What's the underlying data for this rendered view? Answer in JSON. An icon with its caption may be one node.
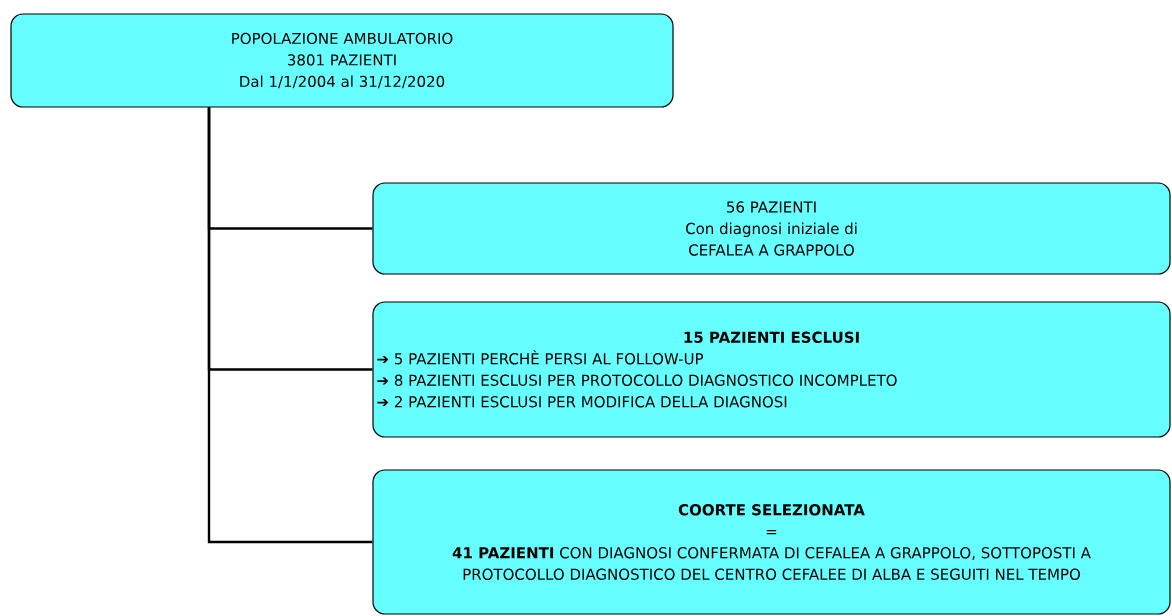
{
  "diagram": {
    "nodes": [
      {
        "text": [
          "POPOLAZIONE AMBULATORIO",
          "3801 PAZIENTI",
          "Dal 1/1/2004 al 31/12/2020"
        ]
      },
      {
        "text": [
          "56 PAZIENTI",
          "Con diagnosi iniziale di",
          "CEFALEA A GRAPPOLO"
        ]
      },
      {
        "text": [
          "15 PAZIENTI ESCLUSI",
          "➔ 5 PAZIENTI PERCHÈ PERSI AL FOLLOW-UP",
          "➔ 8 PAZIENTI ESCLUSI PER PROTOCOLLO DIAGNOSTICO INCOMPLETO",
          "➔ 2 PAZIENTI ESCLUSI PER MODIFICA DELLA DIAGNOSI"
        ]
      },
      {
        "text": [
          "COORTE SELEZIONATA",
          "=",
          "**41 PAZIENTI** CON DIAGNOSI CONFERMATA DI CEFALEA A GRAPPOLO, SOTTOPOSTI A PROTOCOLLO DIAGNOSTICO DEL CENTRO CEFALEE DI ALBA E SEGUITI NEL TEMPO"
        ]
      }
    ],
    "edges": [
      {
        "from": 0,
        "to": 1,
        "arrow": "none"
      },
      {
        "from": 0,
        "to": 2,
        "arrow": "none"
      },
      {
        "from": 0,
        "to": 3,
        "arrow": "none"
      }
    ]
  }
}
